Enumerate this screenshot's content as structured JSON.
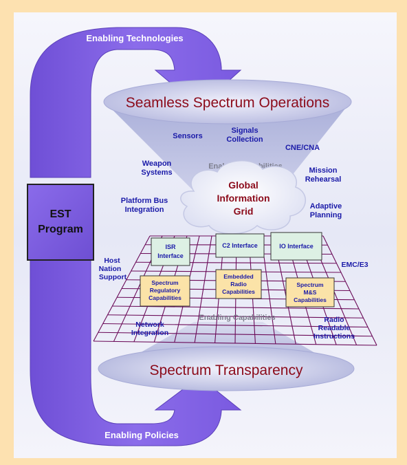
{
  "arrows": {
    "top_label": "Enabling Technologies",
    "bottom_label": "Enabling Policies",
    "color": "#8060e0"
  },
  "program_box": {
    "line1": "EST",
    "line2": "Program",
    "color": "#7d5ee0"
  },
  "funnel_top": {
    "title": "Seamless Spectrum Operations",
    "sublabel": "Enabled Capabilities"
  },
  "funnel_bottom": {
    "title": "Spectrum Transparency",
    "sublabel": "Enabling Capabilities"
  },
  "cloud": {
    "line1": "Global",
    "line2": "Information",
    "line3": "Grid"
  },
  "enabled_capabilities": [
    {
      "lines": [
        "Sensors"
      ]
    },
    {
      "lines": [
        "Signals",
        "Collection"
      ]
    },
    {
      "lines": [
        "CNE/CNA"
      ]
    },
    {
      "lines": [
        "Weapon",
        "Systems"
      ]
    },
    {
      "lines": [
        "Mission",
        "Rehearsal"
      ]
    },
    {
      "lines": [
        "Platform Bus",
        "Integration"
      ]
    },
    {
      "lines": [
        "Adaptive",
        "Planning"
      ]
    }
  ],
  "interfaces": [
    {
      "lines": [
        "ISR",
        "Interface"
      ]
    },
    {
      "lines": [
        "C2 Interface"
      ]
    },
    {
      "lines": [
        "IO Interface"
      ]
    }
  ],
  "grid_capabilities": [
    {
      "lines": [
        "Spectrum",
        "Regulatory",
        "Capabilities"
      ]
    },
    {
      "lines": [
        "Embedded",
        "Radio",
        "Capabilities"
      ]
    },
    {
      "lines": [
        "Spectrum",
        "M&S",
        "Capabilities"
      ]
    }
  ],
  "enabling_capabilities": [
    {
      "lines": [
        "Host",
        "Nation",
        "Support"
      ]
    },
    {
      "lines": [
        "EMC/E3"
      ]
    },
    {
      "lines": [
        "Network",
        "Integration"
      ]
    },
    {
      "lines": [
        "Radio",
        "Readable",
        "Instructions"
      ]
    }
  ],
  "colors": {
    "blue_text": "#1a1aa8",
    "red_text": "#8b0a1a",
    "grid_line": "#6a0a58",
    "interface_fill": "#ddf0e4",
    "capability_fill": "#fbe3a8"
  }
}
